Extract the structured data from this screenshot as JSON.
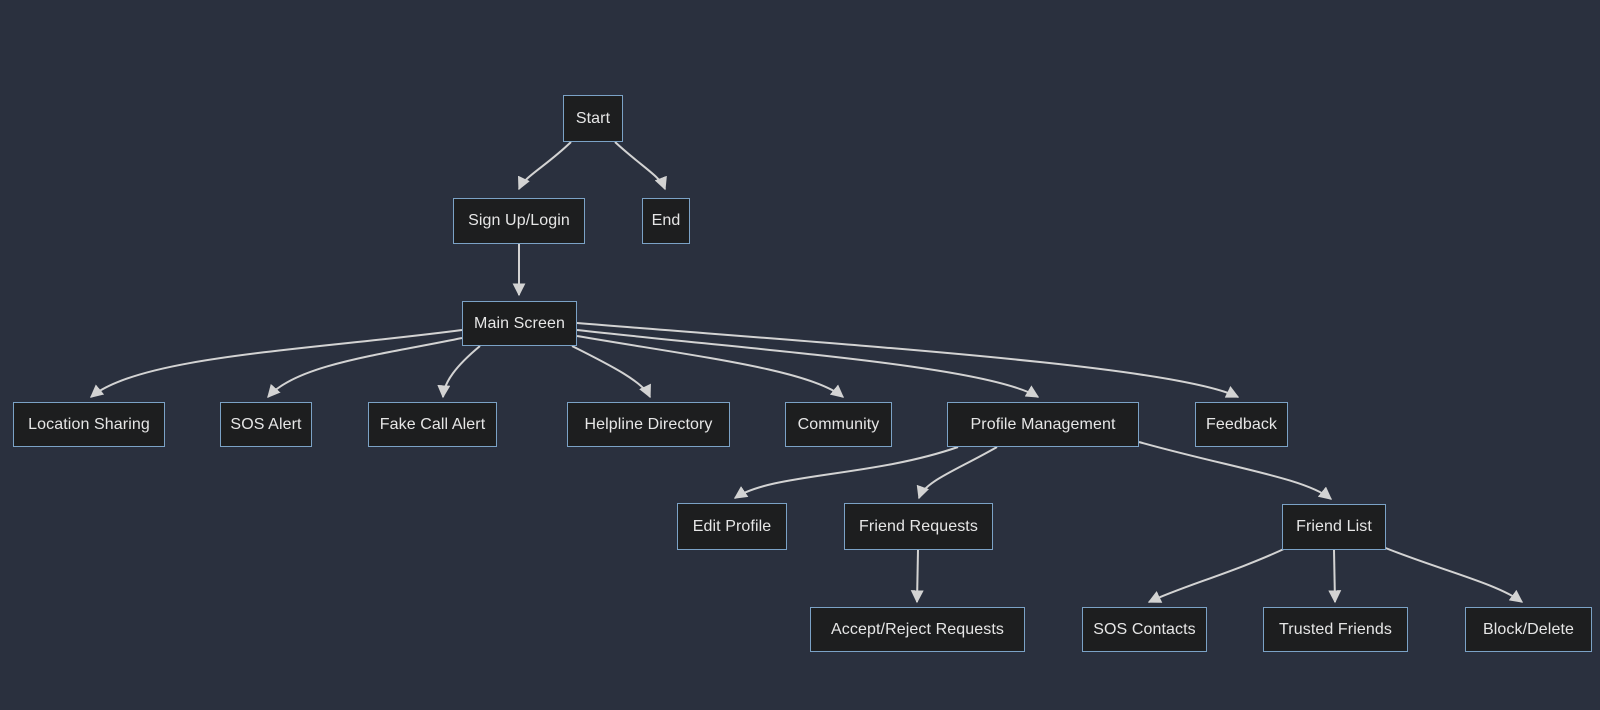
{
  "diagram": {
    "type": "flowchart",
    "direction": "top-down",
    "colors": {
      "background": "#2a303e",
      "node_fill": "#1d1e1f",
      "node_border": "#7ba2c6",
      "node_text": "#e6e6e6",
      "edge": "#d3d3d3"
    },
    "nodes": [
      {
        "id": "start",
        "label": "Start"
      },
      {
        "id": "signup",
        "label": "Sign Up/Login"
      },
      {
        "id": "end",
        "label": "End"
      },
      {
        "id": "main",
        "label": "Main Screen"
      },
      {
        "id": "location",
        "label": "Location Sharing"
      },
      {
        "id": "sos_alert",
        "label": "SOS Alert"
      },
      {
        "id": "fake_call",
        "label": "Fake Call Alert"
      },
      {
        "id": "helpline",
        "label": "Helpline Directory"
      },
      {
        "id": "community",
        "label": "Community"
      },
      {
        "id": "profile",
        "label": "Profile Management"
      },
      {
        "id": "feedback",
        "label": "Feedback"
      },
      {
        "id": "edit_profile",
        "label": "Edit Profile"
      },
      {
        "id": "friend_requests",
        "label": "Friend Requests"
      },
      {
        "id": "friend_list",
        "label": "Friend List"
      },
      {
        "id": "accept_reject",
        "label": "Accept/Reject Requests"
      },
      {
        "id": "sos_contacts",
        "label": "SOS Contacts"
      },
      {
        "id": "trusted_friends",
        "label": "Trusted Friends"
      },
      {
        "id": "block_delete",
        "label": "Block/Delete"
      }
    ],
    "edges": [
      {
        "from": "start",
        "to": "signup"
      },
      {
        "from": "start",
        "to": "end"
      },
      {
        "from": "signup",
        "to": "main"
      },
      {
        "from": "main",
        "to": "location"
      },
      {
        "from": "main",
        "to": "sos_alert"
      },
      {
        "from": "main",
        "to": "fake_call"
      },
      {
        "from": "main",
        "to": "helpline"
      },
      {
        "from": "main",
        "to": "community"
      },
      {
        "from": "main",
        "to": "profile"
      },
      {
        "from": "main",
        "to": "feedback"
      },
      {
        "from": "profile",
        "to": "edit_profile"
      },
      {
        "from": "profile",
        "to": "friend_requests"
      },
      {
        "from": "profile",
        "to": "friend_list"
      },
      {
        "from": "friend_requests",
        "to": "accept_reject"
      },
      {
        "from": "friend_list",
        "to": "sos_contacts"
      },
      {
        "from": "friend_list",
        "to": "trusted_friends"
      },
      {
        "from": "friend_list",
        "to": "block_delete"
      }
    ]
  }
}
